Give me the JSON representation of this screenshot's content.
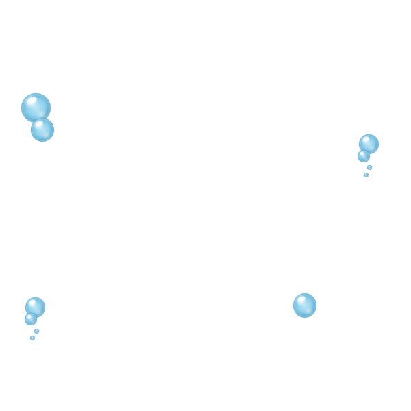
{
  "scene": {
    "background_color": "#ffffff",
    "bubble_color": "#7cc6e6",
    "bubble_edge_color": "#6fb8d6",
    "cluster_count": 4,
    "clusters": [
      {
        "name": "top-left",
        "bubble_count": 2
      },
      {
        "name": "right",
        "bubble_count": 4
      },
      {
        "name": "bottom-left",
        "bubble_count": 4
      },
      {
        "name": "bottom-right",
        "bubble_count": 1
      }
    ]
  }
}
